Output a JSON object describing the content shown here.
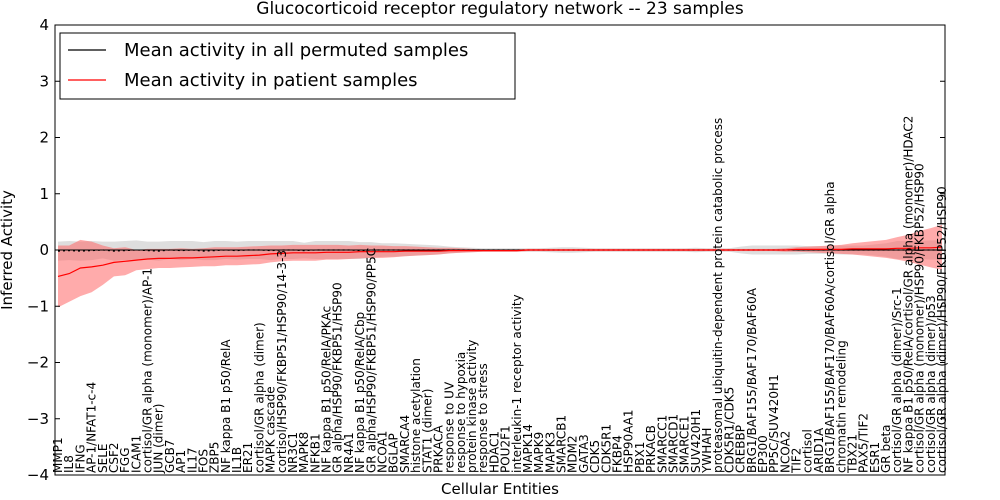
{
  "chart_data": {
    "type": "line",
    "title": "Glucocorticoid receptor regulatory network -- 23 samples",
    "xlabel": "Cellular Entities",
    "ylabel": "Inferred Activity",
    "ylim": [
      -4,
      4
    ],
    "yticks": [
      -4,
      -3,
      -2,
      -1,
      0,
      1,
      2,
      3,
      4
    ],
    "grid": false,
    "legend_position": "top-left",
    "colors": {
      "permuted": "#000000",
      "patient": "#ff0000",
      "permuted_band": "#c8c8c8",
      "patient_band": "#ff6666"
    },
    "categories": [
      "MMP1",
      "IL8",
      "IFNG",
      "AP-1/NFAT1-c-4",
      "SELE",
      "CSF2",
      "FGG",
      "ICAM1",
      "cortisol/GR alpha (monomer)/AP-1",
      "JUN (dimer)",
      "GCB7",
      "AP1",
      "IL17",
      "FOS",
      "ZBP5",
      "NF kappa B1 p50/RelA",
      "IL1B",
      "ER21",
      "cortisol/GR alpha (dimer)",
      "MAPK cascade",
      "cortisol/HSP90/FKBP51/HSP90/14-3-3",
      "NR3C1",
      "MAPK8",
      "NFKB1",
      "NF kappa B1 p50/RelA/PKAc",
      "GR alpha/HSP90/FKBP51/HSP90",
      "NR4A1",
      "NF kappa B1 p50/RelA/Cbp",
      "GR alpha/HSP90/FKBP51/HSP90/PP5C",
      "NCOA1",
      "BGLAP",
      "SMARCA4",
      "histone acetylation",
      "STAT1 (dimer)",
      "PRKACA",
      "response to UV",
      "response to hypoxia",
      "protein kinase activity",
      "response to stress",
      "HDAC1",
      "POU2F1",
      "interleukin-1 receptor activity",
      "MAPK14",
      "MAPK9",
      "MAPK3",
      "SMARCB1",
      "MDM2",
      "GATA3",
      "CDK5",
      "CDK5R1",
      "FKBP4",
      "HSP90AA1",
      "PBX1",
      "PRKACB",
      "SMARCC1",
      "SMARCD1",
      "SMARCE1",
      "SUV420H1",
      "YWHAH",
      "proteasomal ubiquitin-dependent protein catabolic process",
      "CDK5R1/CDK5",
      "CREBBP",
      "BRG1/BAF155/BAF170/BAF60A",
      "EP300",
      "PP5C/SUV420H1",
      "NCOA2",
      "TIF2",
      "cortisol",
      "ARID1A",
      "BRG1/BAF155/BAF170/BAF60A/cortisol/GR alpha",
      "chromatin remodeling",
      "TBX21",
      "PAX5/TIF2",
      "ESR1",
      "GR beta",
      "cortisol/GR alpha (dimer)/Src-1",
      "NF kappa B1 p50/RelA/cortisol/GR alpha (monomer)/HDAC2",
      "cortisol/GR alpha (monomer)/HSP90/FKBP52/HSP90",
      "cortisol/GR alpha (dimer)/p53",
      "cortisol/GR alpha (dimer)/HSP90/FKBP52/HSP90"
    ],
    "series": [
      {
        "name": "Mean activity in all permuted samples",
        "values": [
          -0.02,
          -0.01,
          -0.02,
          -0.01,
          0.0,
          -0.02,
          -0.01,
          0.0,
          -0.01,
          -0.02,
          0.0,
          -0.01,
          0.0,
          -0.02,
          -0.01,
          0.0,
          -0.01,
          0.0,
          0.0,
          -0.01,
          0.0,
          0.0,
          -0.01,
          0.0,
          0.0,
          0.0,
          0.0,
          -0.01,
          0.0,
          0.0,
          0.0,
          0.0,
          0.0,
          0.0,
          0.0,
          0.0,
          0.0,
          0.0,
          0.0,
          0.0,
          0.0,
          0.0,
          0.0,
          0.0,
          0.0,
          0.0,
          0.0,
          0.0,
          0.0,
          0.0,
          0.0,
          0.0,
          0.0,
          0.0,
          0.0,
          0.0,
          0.0,
          0.0,
          0.0,
          0.0,
          0.0,
          0.0,
          0.0,
          0.0,
          0.0,
          0.0,
          0.0,
          0.0,
          0.0,
          0.0,
          0.0,
          0.0,
          0.0,
          0.0,
          0.0,
          0.0,
          0.0,
          0.0,
          0.0,
          0.0
        ]
      },
      {
        "name": "Mean activity in patient samples",
        "values": [
          -0.47,
          -0.42,
          -0.32,
          -0.3,
          -0.27,
          -0.22,
          -0.2,
          -0.18,
          -0.16,
          -0.15,
          -0.15,
          -0.14,
          -0.14,
          -0.13,
          -0.12,
          -0.11,
          -0.11,
          -0.1,
          -0.09,
          -0.07,
          -0.06,
          -0.05,
          -0.05,
          -0.05,
          -0.04,
          -0.04,
          -0.04,
          -0.03,
          -0.03,
          -0.03,
          -0.03,
          -0.02,
          -0.02,
          -0.02,
          -0.02,
          -0.01,
          -0.01,
          -0.01,
          -0.01,
          -0.01,
          -0.01,
          -0.01,
          0.0,
          0.0,
          0.0,
          0.0,
          0.0,
          0.0,
          0.0,
          0.0,
          0.0,
          0.0,
          0.0,
          0.0,
          0.0,
          0.0,
          0.0,
          0.0,
          0.0,
          0.0,
          0.0,
          0.0,
          0.0,
          0.0,
          0.0,
          0.0,
          0.01,
          0.01,
          0.01,
          0.01,
          0.01,
          0.02,
          0.02,
          0.02,
          0.02,
          0.03,
          0.03,
          0.04,
          0.04,
          0.05
        ]
      }
    ],
    "bands": {
      "permuted_half_width": [
        0.17,
        0.17,
        0.17,
        0.17,
        0.15,
        0.17,
        0.17,
        0.17,
        0.16,
        0.17,
        0.16,
        0.17,
        0.16,
        0.16,
        0.17,
        0.16,
        0.16,
        0.16,
        0.16,
        0.17,
        0.16,
        0.16,
        0.14,
        0.16,
        0.16,
        0.16,
        0.16,
        0.15,
        0.14,
        0.12,
        0.12,
        0.11,
        0.1,
        0.09,
        0.08,
        0.06,
        0.05,
        0.04,
        0.03,
        0.03,
        0.03,
        0.03,
        0.03,
        0.03,
        0.04,
        0.05,
        0.05,
        0.04,
        0.03,
        0.03,
        0.03,
        0.03,
        0.03,
        0.03,
        0.03,
        0.03,
        0.03,
        0.04,
        0.03,
        0.03,
        0.03,
        0.06,
        0.08,
        0.08,
        0.08,
        0.08,
        0.08,
        0.07,
        0.07,
        0.07,
        0.08,
        0.08,
        0.08,
        0.1,
        0.12,
        0.16,
        0.16,
        0.16,
        0.17,
        0.17
      ],
      "patient_half_width": [
        0.55,
        0.5,
        0.5,
        0.45,
        0.35,
        0.25,
        0.25,
        0.18,
        0.18,
        0.17,
        0.17,
        0.17,
        0.16,
        0.16,
        0.17,
        0.16,
        0.16,
        0.16,
        0.16,
        0.15,
        0.14,
        0.14,
        0.14,
        0.14,
        0.13,
        0.13,
        0.12,
        0.12,
        0.11,
        0.11,
        0.1,
        0.09,
        0.08,
        0.07,
        0.06,
        0.05,
        0.04,
        0.03,
        0.02,
        0.02,
        0.02,
        0.02,
        0.02,
        0.02,
        0.02,
        0.02,
        0.02,
        0.02,
        0.02,
        0.02,
        0.02,
        0.02,
        0.02,
        0.02,
        0.02,
        0.02,
        0.02,
        0.02,
        0.02,
        0.02,
        0.02,
        0.02,
        0.02,
        0.02,
        0.02,
        0.03,
        0.04,
        0.05,
        0.06,
        0.07,
        0.08,
        0.1,
        0.12,
        0.14,
        0.16,
        0.2,
        0.24,
        0.3,
        0.35,
        0.4
      ]
    }
  }
}
